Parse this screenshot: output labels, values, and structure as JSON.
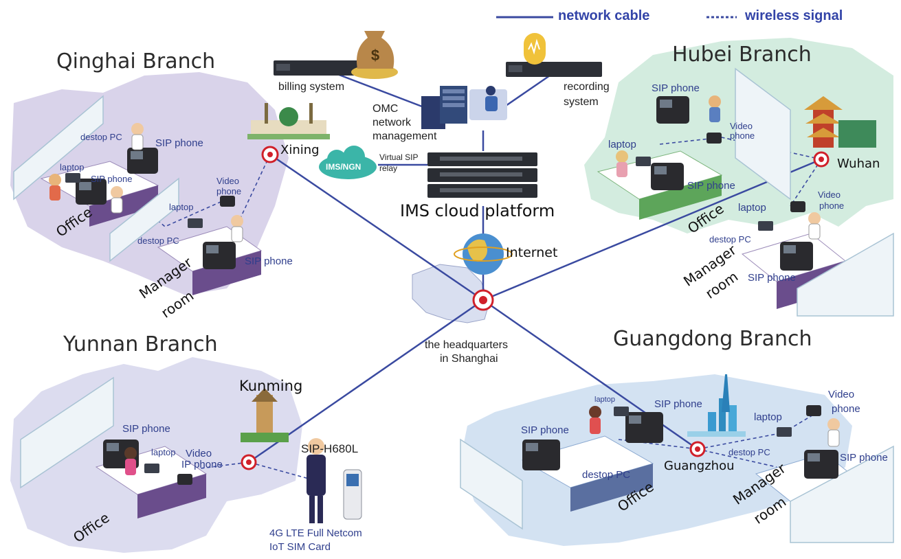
{
  "legend": {
    "cable_label": "network cable",
    "wireless_label": "wireless signal",
    "cable_color": "#3a4aa0",
    "wireless_color": "#3a4aa0"
  },
  "branches": {
    "qinghai": {
      "title": "Qinghai Branch",
      "city": "Xining",
      "office": "Office",
      "manager_room": [
        "Manager",
        "room"
      ],
      "devices": {
        "desktop1": "destop PC",
        "sip1": "SIP phone",
        "laptop1": "laptop",
        "sip2": "SIP phone",
        "video": [
          "Video",
          "phone"
        ],
        "laptop2": "laptop",
        "desktop2": "destop PC",
        "sip3": "SIP phone"
      }
    },
    "hubei": {
      "title": "Hubei Branch",
      "city": "Wuhan",
      "office": "Office",
      "manager_room": [
        "Manager",
        "room"
      ],
      "devices": {
        "sip1": "SIP phone",
        "video1": [
          "Video",
          "phone"
        ],
        "laptop1": "laptop",
        "sip2": "SIP phone",
        "laptop2": "laptop",
        "video2": [
          "Video",
          "phone"
        ],
        "desktop": "destop PC",
        "sip3": "SIP phone"
      }
    },
    "yunnan": {
      "title": "Yunnan Branch",
      "city": "Kunming",
      "office": "Office",
      "devices": {
        "sip": "SIP phone",
        "laptop": "laptop",
        "video": [
          "Video",
          "IP phone"
        ],
        "handset": "SIP-H680L",
        "sim": [
          "4G LTE Full Netcom",
          "IoT SIM Card"
        ]
      }
    },
    "guangdong": {
      "title": "Guangdong Branch",
      "city": "Guangzhou",
      "office": "Office",
      "manager_room": [
        "Manager",
        "room"
      ],
      "devices": {
        "laptop1": "laptop",
        "sip1": "SIP phone",
        "sip2": "SIP phone",
        "desktop1": "destop PC",
        "laptop2": "laptop",
        "video": [
          "Video",
          "phone"
        ],
        "desktop2": "destop PC",
        "sip3": "SIP phone"
      }
    }
  },
  "center": {
    "billing": "billing system",
    "recording": [
      "recording",
      "system"
    ],
    "omc": [
      "OMC",
      "network",
      "management"
    ],
    "ims_ngn": "IMS/NGN",
    "virtual_sip": [
      "Virtual SIP",
      "relay"
    ],
    "ims_cloud": "IMS cloud platform",
    "internet": "Internet",
    "hq": [
      "the headquarters",
      "in Shanghai"
    ],
    "money_symbol": "$"
  },
  "colors": {
    "qinghai_map": "#d9d3ea",
    "hubei_map": "#d3ecdf",
    "yunnan_map": "#dcdcef",
    "guangdong_map": "#d3e2f2",
    "node_red": "#d0202a",
    "desk_purple": "#6a4d8c",
    "desk_green": "#5da55a"
  }
}
